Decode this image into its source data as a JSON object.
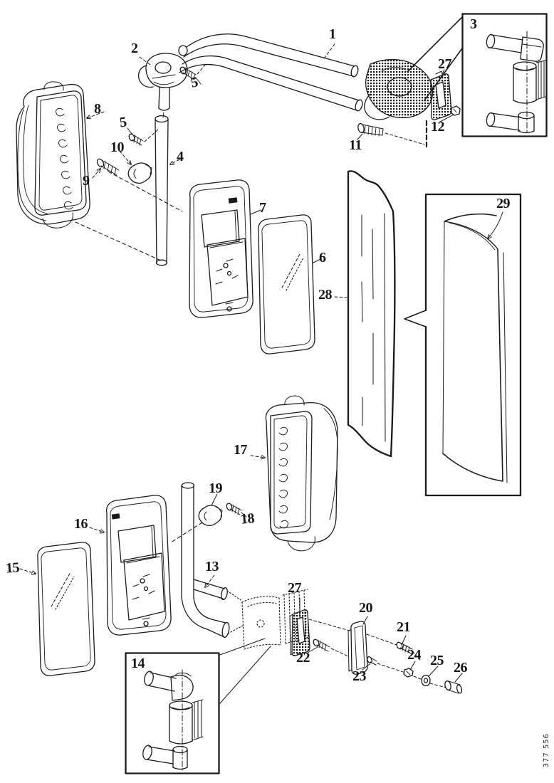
{
  "figure": {
    "kind": "exploded-parts-diagram",
    "subject": "Truck exterior rear-view mirror assembly, exploded view with numbered callouts and three inset detail boxes",
    "background": "#ffffff",
    "line_color": "#1a1a1a",
    "doc_code": "377 556"
  },
  "callouts": [
    {
      "part": "1"
    },
    {
      "part": "2"
    },
    {
      "part": "5"
    },
    {
      "part": "3"
    },
    {
      "part": "27"
    },
    {
      "part": "12"
    },
    {
      "part": "11"
    },
    {
      "part": "8"
    },
    {
      "part": "5"
    },
    {
      "part": "10"
    },
    {
      "part": "9"
    },
    {
      "part": "4"
    },
    {
      "part": "7"
    },
    {
      "part": "6"
    },
    {
      "part": "28"
    },
    {
      "part": "29"
    },
    {
      "part": "17"
    },
    {
      "part": "19"
    },
    {
      "part": "18"
    },
    {
      "part": "16"
    },
    {
      "part": "15"
    },
    {
      "part": "13"
    },
    {
      "part": "27"
    },
    {
      "part": "20"
    },
    {
      "part": "22"
    },
    {
      "part": "23"
    },
    {
      "part": "21"
    },
    {
      "part": "24"
    },
    {
      "part": "25"
    },
    {
      "part": "26"
    },
    {
      "part": "14"
    }
  ]
}
